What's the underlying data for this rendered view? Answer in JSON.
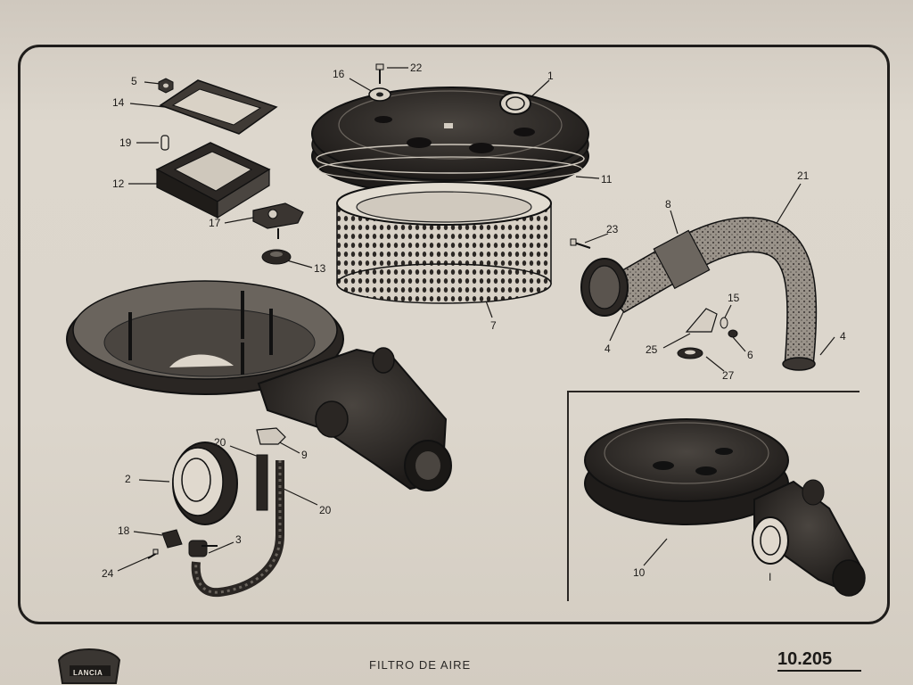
{
  "sheet": {
    "title": "FILTRO DE AIRE",
    "code": "10.205",
    "brand": "LANCIA"
  },
  "callouts": [
    {
      "id": "c1",
      "label": "1"
    },
    {
      "id": "c2",
      "label": "2"
    },
    {
      "id": "c3",
      "label": "3"
    },
    {
      "id": "c4a",
      "label": "4"
    },
    {
      "id": "c4b",
      "label": "4"
    },
    {
      "id": "c5",
      "label": "5"
    },
    {
      "id": "c6",
      "label": "6"
    },
    {
      "id": "c7",
      "label": "7"
    },
    {
      "id": "c8",
      "label": "8"
    },
    {
      "id": "c9",
      "label": "9"
    },
    {
      "id": "c10",
      "label": "10"
    },
    {
      "id": "c11",
      "label": "11"
    },
    {
      "id": "c12",
      "label": "12"
    },
    {
      "id": "c13",
      "label": "13"
    },
    {
      "id": "c14",
      "label": "14"
    },
    {
      "id": "c15",
      "label": "15"
    },
    {
      "id": "c16",
      "label": "16"
    },
    {
      "id": "c17",
      "label": "17"
    },
    {
      "id": "c18",
      "label": "18"
    },
    {
      "id": "c19",
      "label": "19"
    },
    {
      "id": "c20a",
      "label": "20"
    },
    {
      "id": "c20b",
      "label": "20"
    },
    {
      "id": "c21",
      "label": "21"
    },
    {
      "id": "c22",
      "label": "22"
    },
    {
      "id": "c23",
      "label": "23"
    },
    {
      "id": "c24",
      "label": "24"
    },
    {
      "id": "c25",
      "label": "25"
    },
    {
      "id": "c27",
      "label": "27"
    },
    {
      "id": "c1i",
      "label": "I"
    }
  ]
}
